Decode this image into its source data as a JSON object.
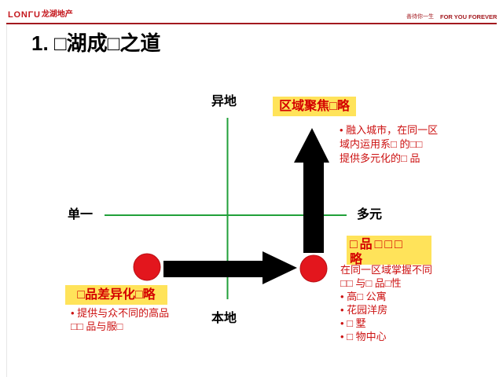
{
  "header": {
    "logo_wordmark": "LONΓU",
    "logo_cn": "龙湖地产",
    "slogan_cn": "善待你一生",
    "slogan_en": "FOR YOU FOREVER"
  },
  "title": "1. □湖成□之道",
  "axes": {
    "top": "异地",
    "bottom": "本地",
    "left": "单一",
    "right": "多元"
  },
  "strategies": {
    "regional_focus": {
      "label": "区域聚焦□略",
      "lines": [
        "• 融入城市，在同一区",
        "域内运用系□ 的□□",
        "提供多元化的□ 品"
      ]
    },
    "product_portfolio": {
      "label_lines": [
        "□品□□□",
        "略"
      ],
      "lines": [
        "在同一区域掌握不同",
        "□□ 与□ 品□性",
        "• 高□ 公寓",
        "• 花园洋房",
        "• □ 墅",
        "• □ 物中心"
      ]
    },
    "product_differentiation": {
      "label": "□品差异化□略",
      "lines": [
        "• 提供与众不同的高品",
        "□□ 品与服□"
      ]
    }
  },
  "colors": {
    "brand_red": "#c4161c",
    "header_rule": "#a3191f",
    "label_red": "#d40000",
    "text_red": "#cc1111",
    "highlight_yellow": "#ffe35a",
    "axis_green": "#21a03a",
    "dot_red": "#e3161d",
    "arrow_black": "#000000"
  }
}
